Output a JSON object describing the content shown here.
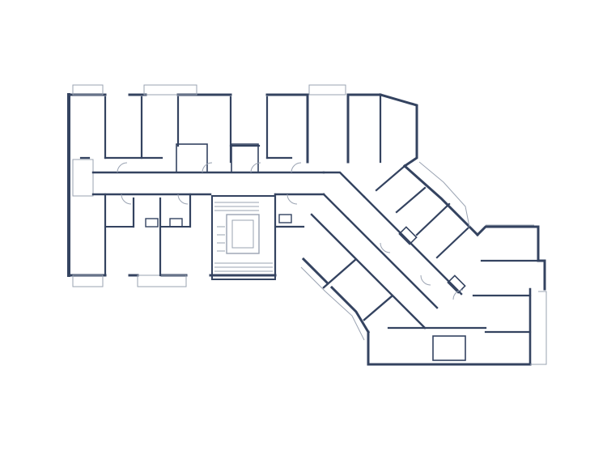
{
  "floor_plan": {
    "colors": {
      "background": "#ffffff",
      "wall": "#344360",
      "thin_line": "#9aa3b2",
      "light_line": "#c9ced7"
    },
    "elements": {
      "stairwell": "stair-flight",
      "elevator": "elevator-shaft",
      "balconies": "balcony",
      "doors": "door-swing"
    }
  }
}
